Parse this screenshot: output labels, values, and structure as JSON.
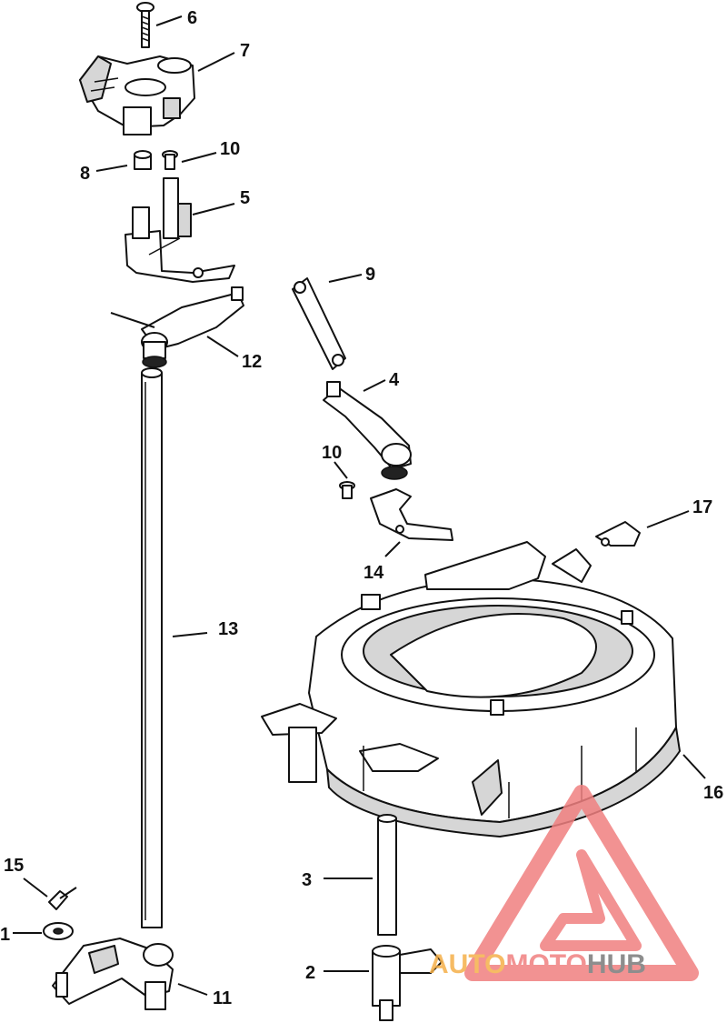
{
  "callouts": {
    "c1": "1",
    "c2": "2",
    "c3": "3",
    "c4": "4",
    "c5": "5",
    "c6": "6",
    "c7": "7",
    "c8": "8",
    "c9": "9",
    "c10a": "10",
    "c10b": "10",
    "c11": "11",
    "c12": "12",
    "c13": "13",
    "c14": "14",
    "c15": "15",
    "c16": "16",
    "c17": "17"
  },
  "watermark": {
    "brand_part1": "AUTO",
    "brand_part2": "MOTO",
    "brand_part3": "HUB",
    "colors": {
      "red": "#f08080",
      "orange": "#f5b04a",
      "gray": "#7a7a7a"
    }
  }
}
